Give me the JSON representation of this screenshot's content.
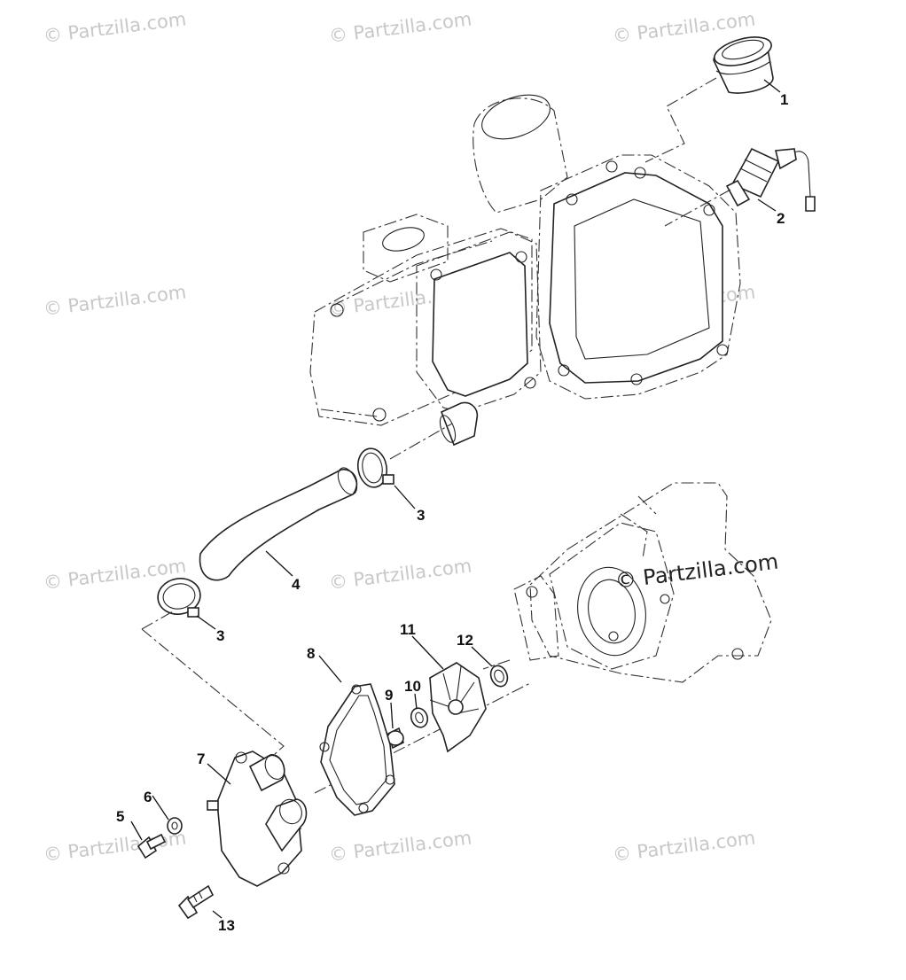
{
  "watermark": {
    "text": "© Partzilla.com",
    "main_text": "© Partzilla.com"
  },
  "callouts": {
    "c1": "1",
    "c2": "2",
    "c3a": "3",
    "c3b": "3",
    "c4": "4",
    "c5": "5",
    "c6": "6",
    "c7": "7",
    "c8": "8",
    "c9": "9",
    "c10": "10",
    "c11": "11",
    "c12": "12",
    "c13": "13"
  },
  "colors": {
    "line": "#222222",
    "watermark": "#c8c8c8",
    "background": "#ffffff"
  }
}
